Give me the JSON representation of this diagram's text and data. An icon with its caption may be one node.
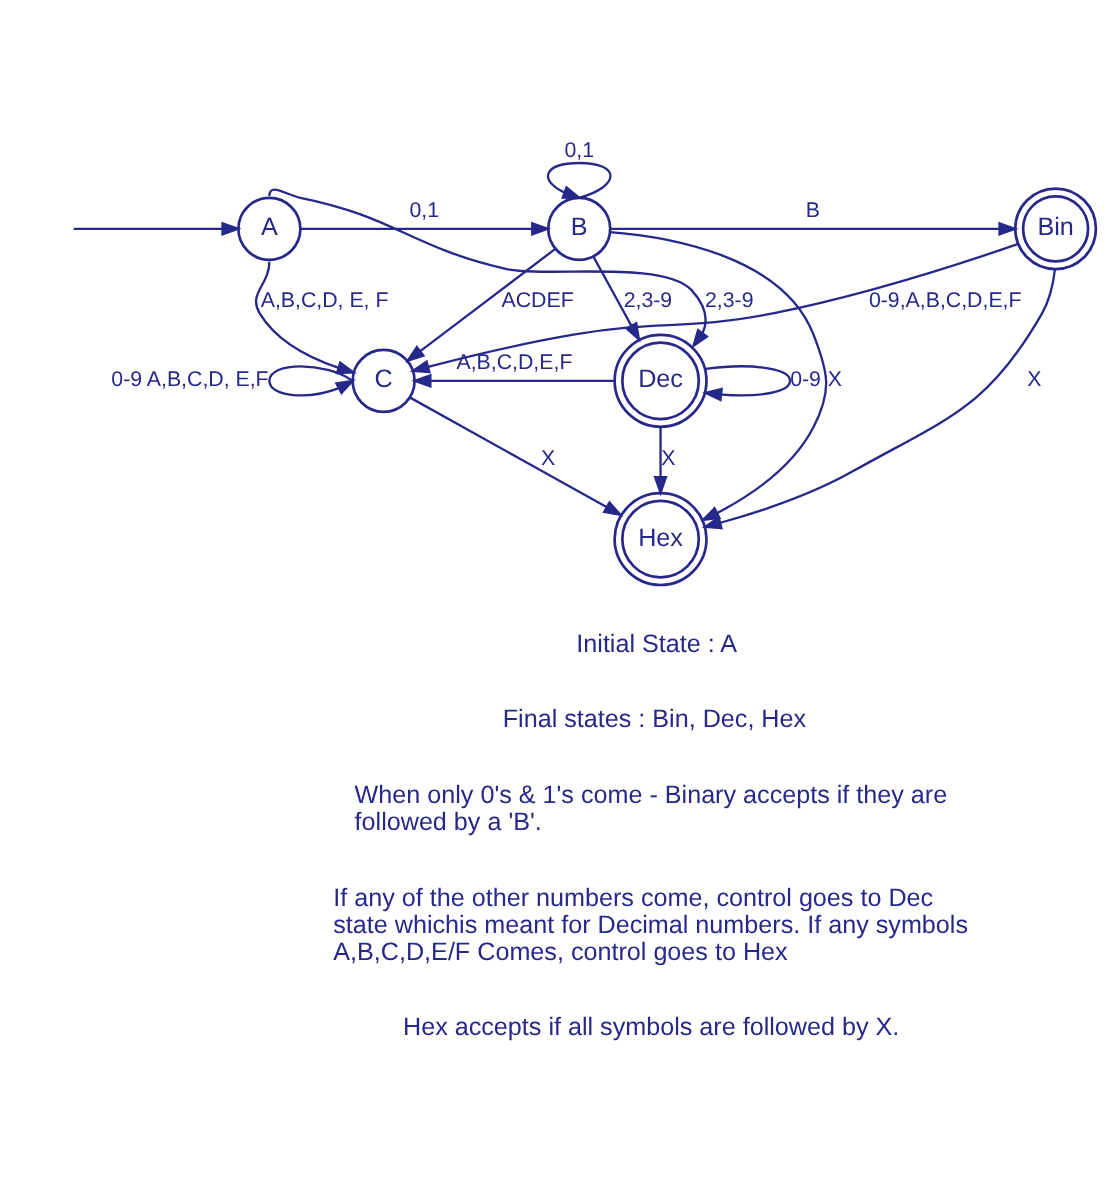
{
  "diagram": {
    "nodes": [
      {
        "text": [
          "A"
        ]
      },
      {
        "text": [
          "B"
        ]
      },
      {
        "text": [
          "Bin"
        ]
      },
      {
        "text": [
          "C"
        ]
      },
      {
        "text": [
          "Dec"
        ]
      },
      {
        "text": [
          "Hex"
        ]
      }
    ],
    "edges": [
      {
        "from": null,
        "to": 0,
        "arrow": "to"
      },
      {
        "from": 0,
        "to": 1,
        "arrow": "to",
        "label": "0,1"
      },
      {
        "from": 1,
        "to": 1,
        "arrow": "to",
        "label": "0,1"
      },
      {
        "from": 1,
        "to": 2,
        "arrow": "to",
        "label": "B"
      },
      {
        "from": 0,
        "to": 4,
        "arrow": "to",
        "label": "2,3-9"
      },
      {
        "from": 1,
        "to": 4,
        "arrow": "to",
        "label": "2,3-9"
      },
      {
        "from": 0,
        "to": 3,
        "arrow": "to",
        "label": "A,B,C,D, E, F"
      },
      {
        "from": 1,
        "to": 3,
        "arrow": "to",
        "label": "ACDEF"
      },
      {
        "from": 2,
        "to": 3,
        "arrow": "to",
        "label": "0-9,A,B,C,D,E,F"
      },
      {
        "from": 3,
        "to": 3,
        "arrow": "to",
        "label": "0-9 A,B,C,D, E,F"
      },
      {
        "from": 4,
        "to": 4,
        "arrow": "to",
        "label": "0-9"
      },
      {
        "from": 3,
        "to": 5,
        "arrow": "to",
        "label": "X"
      },
      {
        "from": 1,
        "to": 5,
        "arrow": "to",
        "label": "X"
      },
      {
        "from": 2,
        "to": 5,
        "arrow": "to",
        "label": "X"
      },
      {
        "from": 4,
        "to": 5,
        "arrow": "to",
        "label": "X"
      },
      {
        "from": 4,
        "to": 3,
        "arrow": "to",
        "label": "A,B,C,D,E,F"
      }
    ],
    "labels": [
      "Initial State : A",
      "Final states : Bin, Dec, Hex",
      "When only 0's & 1's come - Binary accepts if they are followed by a 'B'.",
      "If any of the other numbers come, control goes to Dec state whichis meant for Decimal numbers. If any symbols A,B,C,D,E/F Comes, control goes to Hex",
      "Hex accepts if all symbols are followed by X."
    ]
  }
}
